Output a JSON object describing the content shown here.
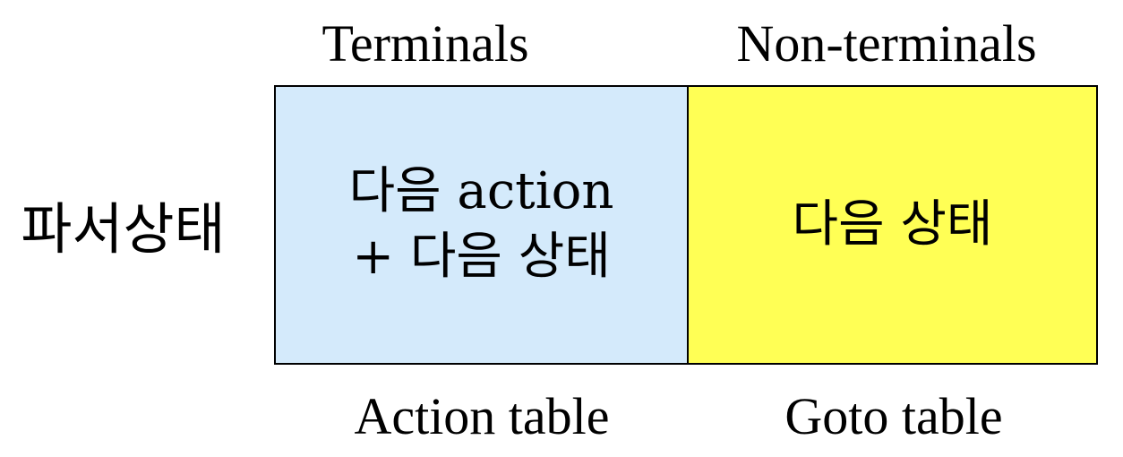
{
  "columns": {
    "terminals": "Terminals",
    "non_terminals": "Non-terminals"
  },
  "row_label": "파서상태",
  "cells": {
    "action": {
      "line1": "다음 action",
      "line2": "+ 다음 상태",
      "color": "#d4eafb"
    },
    "goto": {
      "text": "다음 상태",
      "color": "#ffff55"
    }
  },
  "captions": {
    "action_table": "Action table",
    "goto_table": "Goto table"
  }
}
